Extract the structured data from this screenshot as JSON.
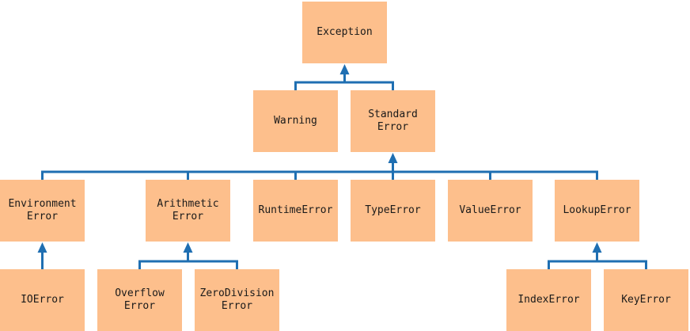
{
  "title": "",
  "colors": {
    "box_fill": "#fdbf8c",
    "connector": "#1f6fb2",
    "text": "#1a1a1a",
    "background": "#ffffff"
  },
  "nodes": {
    "exception": "Exception",
    "warning": "Warning",
    "standard_error": "Standard\nError",
    "environment_error": "Environment\nError",
    "arithmetic_error": "Arithmetic\nError",
    "runtime_error": "RuntimeError",
    "type_error": "TypeError",
    "value_error": "ValueError",
    "lookup_error": "LookupError",
    "io_error": "IOError",
    "overflow_error": "Overflow\nError",
    "zero_division_error": "ZeroDivision\nError",
    "index_error": "IndexError",
    "key_error": "KeyError"
  },
  "edges": [
    {
      "parent": "exception",
      "children": [
        "warning",
        "standard_error"
      ]
    },
    {
      "parent": "standard_error",
      "children": [
        "environment_error",
        "arithmetic_error",
        "runtime_error",
        "type_error",
        "value_error",
        "lookup_error"
      ]
    },
    {
      "parent": "environment_error",
      "children": [
        "io_error"
      ]
    },
    {
      "parent": "arithmetic_error",
      "children": [
        "overflow_error",
        "zero_division_error"
      ]
    },
    {
      "parent": "lookup_error",
      "children": [
        "index_error",
        "key_error"
      ]
    }
  ]
}
